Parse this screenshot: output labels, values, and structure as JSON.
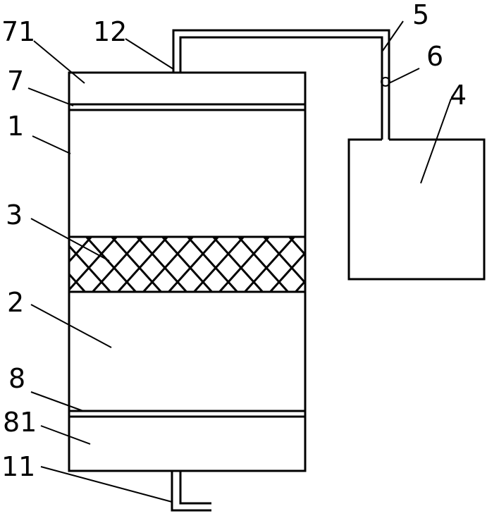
{
  "labels": {
    "l71": "71",
    "l7": "7",
    "l1": "1",
    "l3": "3",
    "l2": "2",
    "l8": "8",
    "l81": "81",
    "l11": "11",
    "l12": "12",
    "l5": "5",
    "l6": "6",
    "l4": "4"
  }
}
